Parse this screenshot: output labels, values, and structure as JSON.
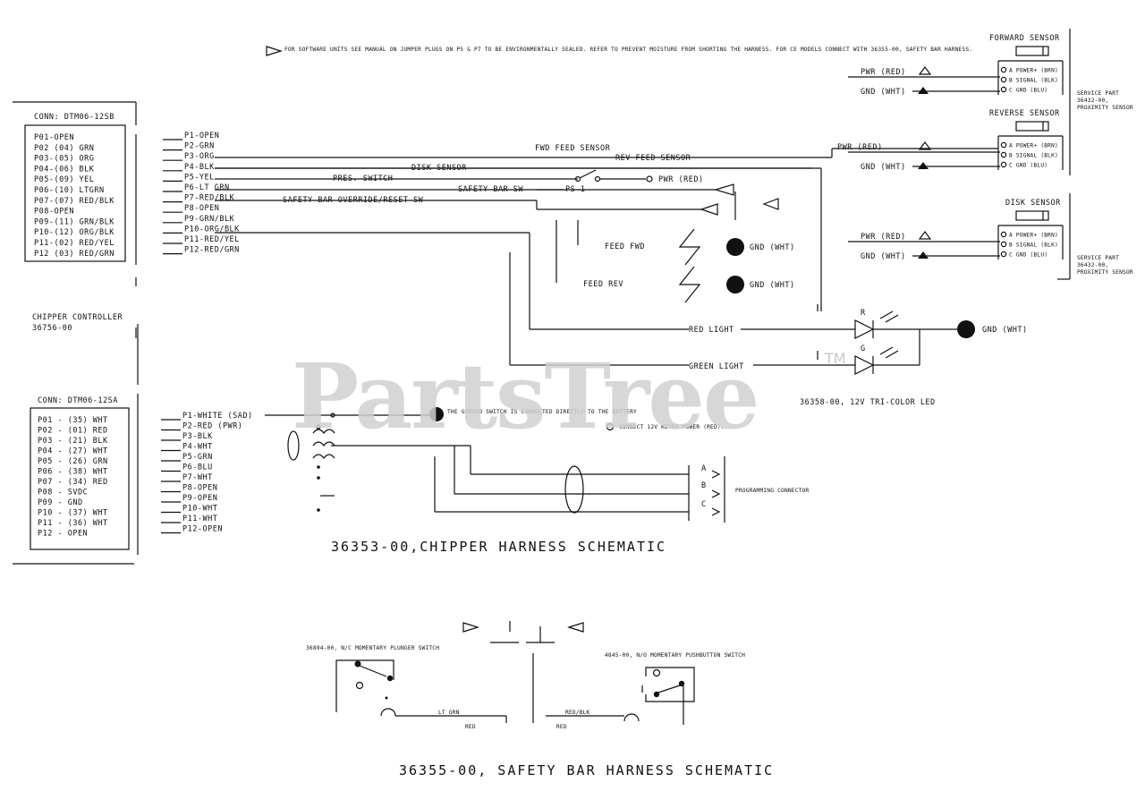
{
  "note": "FOR SOFTWARE UNITS SEE MANUAL ON JUMPER PLUGS ON P5 & P7 TO BE ENVIRONMENTALLY SEALED. REFER TO PREVENT MOISTURE FROM SHORTING THE HARNESS. FOR CE MODELS CONNECT WITH 36355-00, SAFETY BAR HARNESS.",
  "left_connector": {
    "title": "CONN: DTM06-12SB",
    "pins": [
      "P01-OPEN",
      "P02 (04) GRN",
      "P03-(05) ORG",
      "P04-(06) BLK",
      "P05-(09) YEL",
      "P06-(10) LTGRN",
      "P07-(07) RED/BLK",
      "P08-OPEN",
      "P09-(11) GRN/BLK",
      "P10-(12) ORG/BLK",
      "P11-(02) RED/YEL",
      "P12 (03) RED/GRN"
    ]
  },
  "top_wires": [
    "P1-OPEN",
    "P2-GRN",
    "P3-ORG",
    "P4-BLK",
    "P5-YEL",
    "P6-LT GRN",
    "P7-RED/BLK",
    "P8-OPEN",
    "P9-GRN/BLK",
    "P10-ORG/BLK",
    "P11-RED/YEL",
    "P12-RED/GRN"
  ],
  "wire_labels": {
    "fwd_feed_sensor": "FWD FEED SENSOR",
    "rev_feed_sensor": "REV FEED SENSOR",
    "disk_sensor": "DISK SENSOR",
    "pres_switch": "PRES. SWITCH",
    "safety_bar_sw": "SAFETY BAR SW",
    "ps1": "PS-1",
    "pwr_red": "PWR (RED)",
    "safety_override": "SAFETY BAR OVERRIDE/RESET SW",
    "feed_fwd": "FEED FWD",
    "feed_rev": "FEED REV",
    "gnd_wht": "GND (WHT)",
    "red_light": "RED LIGHT",
    "green_light": "GREEN LIGHT",
    "led_r": "R",
    "led_g": "G",
    "led_part": "36358-00, 12V TRI-COLOR LED"
  },
  "sensors": [
    {
      "name": "FORWARD SENSOR",
      "pwr": "PWR (RED)",
      "gnd": "GND (WHT)",
      "pins": [
        "A POWER+ (BRN)",
        "B SIGNAL (BLK)",
        "C GND (BLU)"
      ],
      "service": [
        "SERVICE PART",
        "36432-00,",
        "PROXIMITY SENSOR"
      ]
    },
    {
      "name": "REVERSE SENSOR",
      "pwr": "PWR (RED)",
      "gnd": "GND (WHT)",
      "pins": [
        "A POWER+ (BRN)",
        "B SIGNAL (BLK)",
        "C GND (BLU)"
      ],
      "service": []
    },
    {
      "name": "DISK SENSOR",
      "pwr": "PWR (RED)",
      "gnd": "GND (WHT)",
      "pins": [
        "A POWER+ (BRN)",
        "B SIGNAL (BLK)",
        "C GND (BLU)"
      ],
      "service": [
        "SERVICE PART",
        "36432-00,",
        "PROXIMITY SENSOR"
      ]
    }
  ],
  "controller": {
    "title": "CHIPPER CONTROLLER",
    "part": "36756-00"
  },
  "lower_connector": {
    "title": "CONN: DTM06-12SA",
    "pins": [
      "P01 - (35) WHT",
      "P02 - (01) RED",
      "P03 - (21) BLK",
      "P04 - (27) WHT",
      "P05 - (26) GRN",
      "P06 - (38) WHT",
      "P07 - (34) RED",
      "P08 - SVDC",
      "P09 - GND",
      "P10 - (37) WHT",
      "P11 - (36) WHT",
      "P12 - OPEN"
    ]
  },
  "lower_wires": [
    "P1-WHITE (SAD)",
    "P2-RED (PWR)",
    "P3-BLK",
    "P4-WHT",
    "P5-GRN",
    "P6-BLU",
    "P7-WHT",
    "P8-OPEN",
    "P9-OPEN",
    "P10-WHT",
    "P11-WHT",
    "P12-OPEN"
  ],
  "ground_note": "THE GROUND SWITCH IS CONNECTED DIRECTLY TO THE BATTERY",
  "keyed_note": "CONNECT 12V KEYED POWER (RED).",
  "programming": {
    "pins": [
      "A",
      "B",
      "C"
    ],
    "label": "PROGRAMMING CONNECTOR"
  },
  "harness_title": "36353-00,CHIPPER HARNESS SCHEMATIC",
  "safety": {
    "left_switch": "36894-00, N/C MOMENTARY PLUNGER SWITCH",
    "right_switch": "4845-00, N/O MOMENTARY PUSHBUTTON SWITCH",
    "wire_ltgrn": "LT GRN",
    "wire_red1": "RED",
    "wire_red2": "RED",
    "wire_redblk": "RED/BLK",
    "title": "36355-00, SAFETY BAR HARNESS SCHEMATIC"
  },
  "watermark": "PartsTree",
  "trademark": "TM"
}
